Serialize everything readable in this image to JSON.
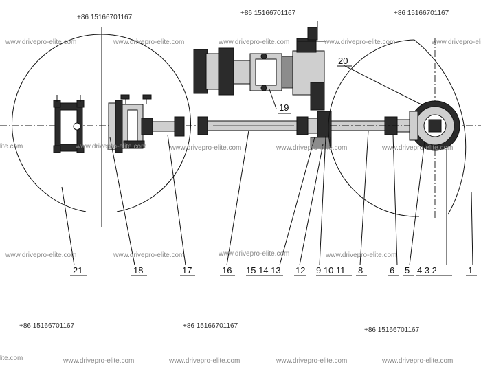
{
  "watermarks": {
    "phones": [
      "+86 15166701167",
      "+86 15166701167",
      "+86 15166701167",
      "+86 15166701167",
      "+86 15166701167",
      "+86 15166701167"
    ],
    "urls": [
      "www.drivepro-elite.com",
      "www.drivepro-elite.com",
      "www.drivepro-elite.com",
      "www.drivepro-elite.com",
      "www.drivepro-elite.com",
      "www.drivepro-elite.com",
      "www.drivepro-elite.com",
      "www.drivepro-elite.com",
      "www.drivepro-elite.com",
      "www.drivepro-elite.com",
      "www.drivepro-elite.com",
      "www.drivepro-elite.com",
      "www.drivepro-elite.com",
      "www.drivepro-elite.com",
      "www.drivepro-elite.com",
      "www.drivepro-elite.com",
      "www.drivepro-elite.com",
      "www.drivepro-elite.com",
      "www.drivepro-elite.com"
    ]
  },
  "callouts": {
    "c21": "21",
    "c18": "18",
    "c17": "17",
    "c16": "16",
    "c15_14_13": "15 14 13",
    "c12": "12",
    "c9_10_11": "9 10 11",
    "c8": "8",
    "c6": "6",
    "c5": "5",
    "c4_3_2": "4 3 2",
    "c1": "1",
    "c19": "19",
    "c20": "20"
  }
}
